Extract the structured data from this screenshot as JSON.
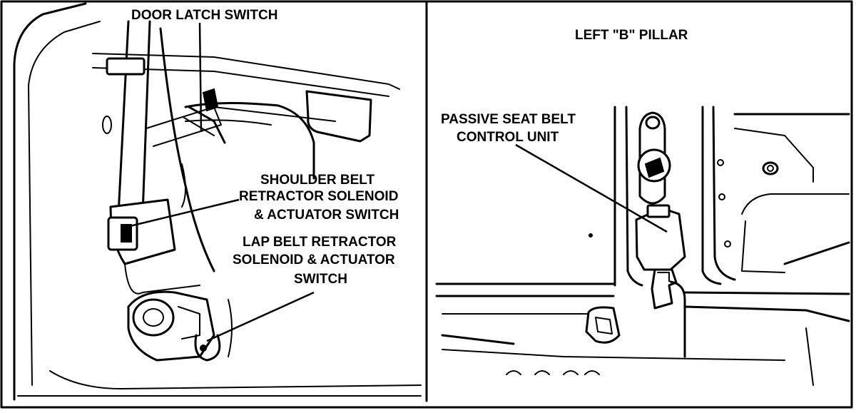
{
  "left_panel": {
    "door_latch_switch": "DOOR LATCH SWITCH",
    "shoulder_belt": [
      "SHOULDER  BELT",
      "RETRACTOR SOLENOID",
      "&  ACTUATOR SWITCH"
    ],
    "lap_belt": [
      "LAP BELT RETRACTOR",
      "SOLENOID & ACTUATOR",
      "SWITCH"
    ]
  },
  "right_panel": {
    "title": "LEFT \"B\" PILLAR",
    "control_unit": [
      "PASSIVE SEAT BELT",
      "CONTROL  UNIT"
    ]
  }
}
